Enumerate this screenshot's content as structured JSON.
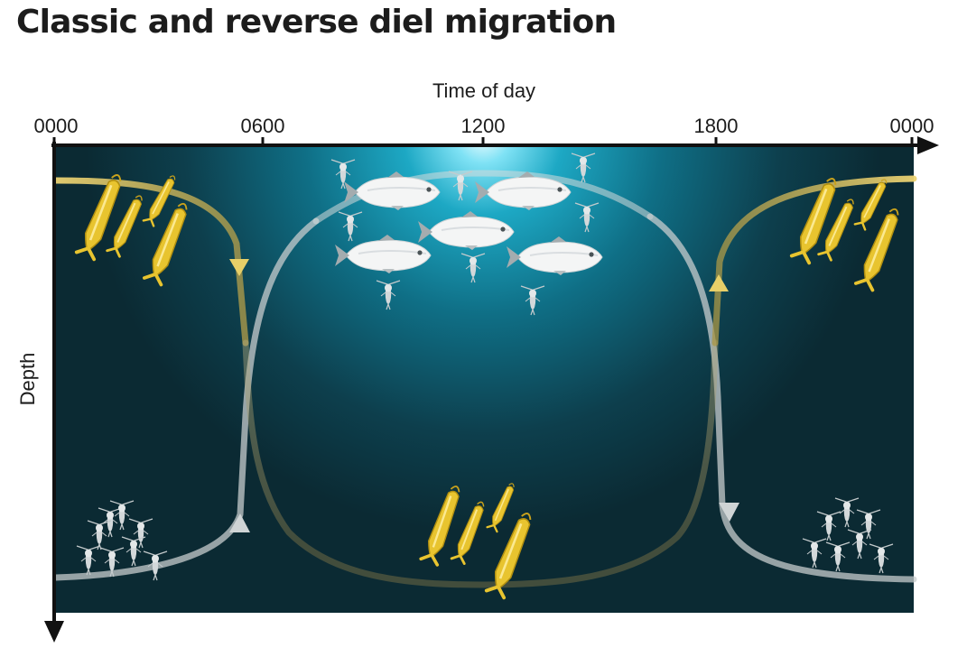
{
  "title": "Classic and reverse diel migration",
  "x_axis": {
    "title": "Time of day",
    "ticks": [
      "0000",
      "0600",
      "1200",
      "1800",
      "0000"
    ]
  },
  "y_axis": {
    "title": "Depth"
  },
  "colors": {
    "water_dark": "#0b2730",
    "water_light": "#1d93ad",
    "surface_glow": "#e6fbff",
    "large_zooplankton_path": "#e7cf68",
    "small_zooplankton_path": "#a9b3b6",
    "large_zooplankton": "#e8c330",
    "small_zooplankton": "#c9cfd1",
    "fish_body": "#f3f4f4",
    "fish_fin": "#9aa3a6"
  },
  "icons": [
    "large-zooplankton-icon",
    "small-zooplankton-icon",
    "fish-icon"
  ]
}
